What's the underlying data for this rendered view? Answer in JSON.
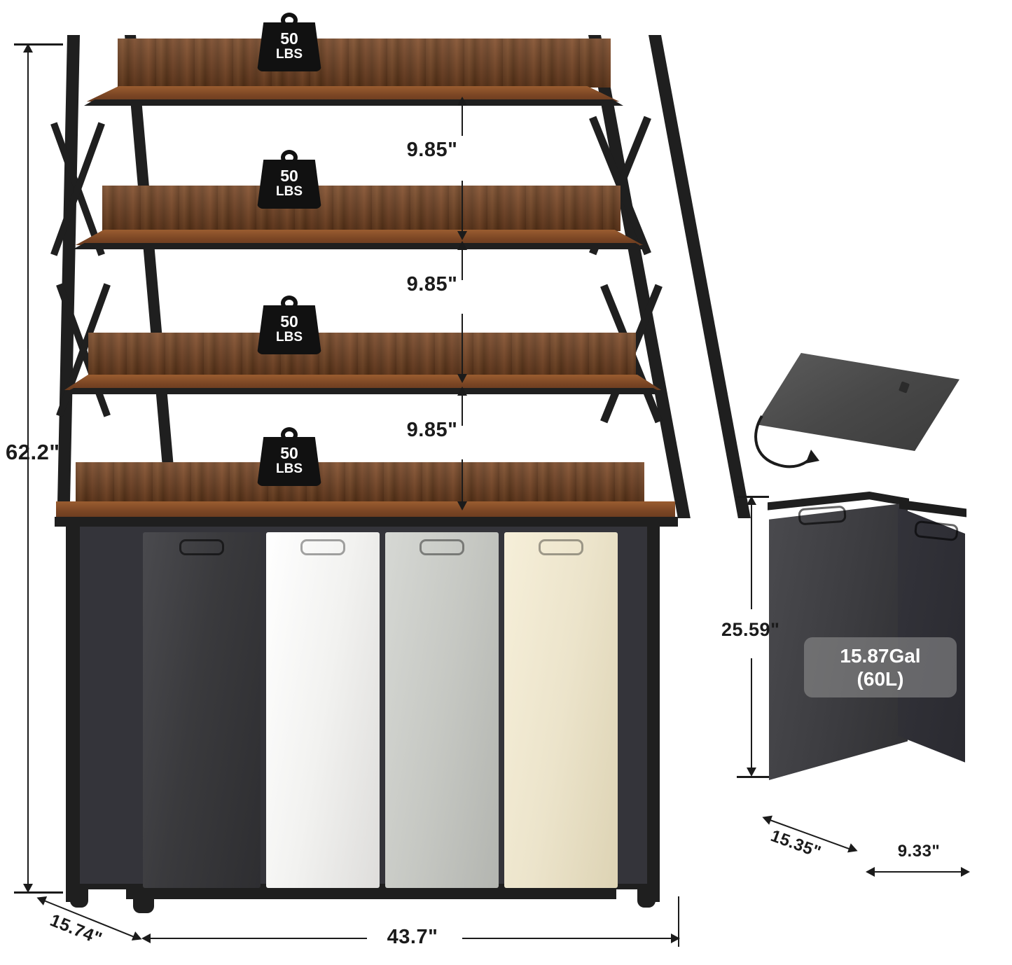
{
  "product": {
    "overall_height": "62.2\"",
    "overall_depth": "15.74\"",
    "overall_width": "43.7\"",
    "shelf_gap_1": "9.85\"",
    "shelf_gap_2": "9.85\"",
    "shelf_gap_3": "9.85\""
  },
  "load_badges": [
    {
      "value": "50",
      "unit": "LBS"
    },
    {
      "value": "50",
      "unit": "LBS"
    },
    {
      "value": "50",
      "unit": "LBS"
    },
    {
      "value": "50",
      "unit": "LBS"
    }
  ],
  "baskets": [
    {
      "name": "basket-dark-gray",
      "color": "#3f3f42"
    },
    {
      "name": "basket-white",
      "color": "#f7f7f5"
    },
    {
      "name": "basket-light-gray",
      "color": "#c9cbc6"
    },
    {
      "name": "basket-beige",
      "color": "#efe7cf"
    }
  ],
  "hamper": {
    "height": "25.59\"",
    "depth": "15.35\"",
    "width": "9.33\"",
    "capacity_line1": "15.87Gal",
    "capacity_line2": "(60L)",
    "lid_name": "removable-lid",
    "body_color": "#3f3f42"
  },
  "colors": {
    "frame": "#1f1f1f",
    "wood": "#74421f",
    "dimension_text": "#1b1b1b"
  }
}
